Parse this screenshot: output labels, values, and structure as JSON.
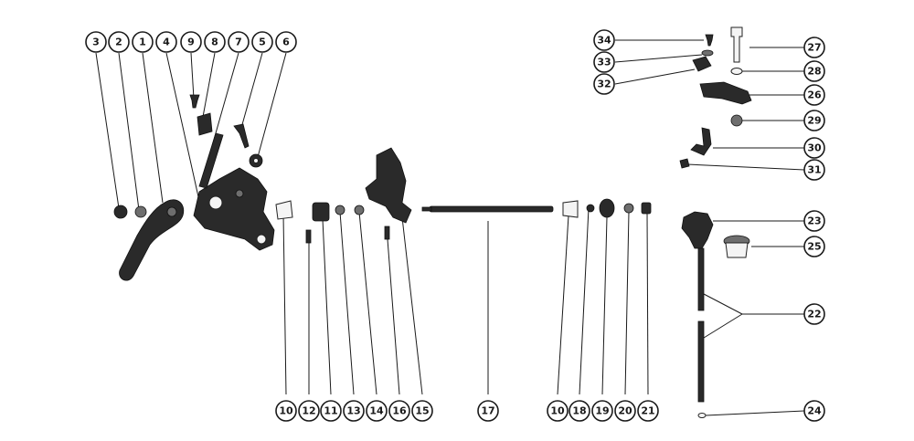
{
  "callouts": {
    "c1": "1",
    "c2": "2",
    "c3": "3",
    "c4": "4",
    "c5": "5",
    "c6": "6",
    "c7": "7",
    "c8": "8",
    "c9": "9",
    "c10a": "10",
    "c10b": "10",
    "c11": "11",
    "c12": "12",
    "c13": "13",
    "c14": "14",
    "c15": "15",
    "c16": "16",
    "c17": "17",
    "c18": "18",
    "c19": "19",
    "c20": "20",
    "c21": "21",
    "c22": "22",
    "c23": "23",
    "c24": "24",
    "c25": "25",
    "c26": "26",
    "c27": "27",
    "c28": "28",
    "c29": "29",
    "c30": "30",
    "c31": "31",
    "c32": "32",
    "c33": "33",
    "c34": "34"
  },
  "colors": {
    "ink": "#1a1a1a",
    "paper": "#ffffff",
    "part": "#2a2a2a"
  }
}
